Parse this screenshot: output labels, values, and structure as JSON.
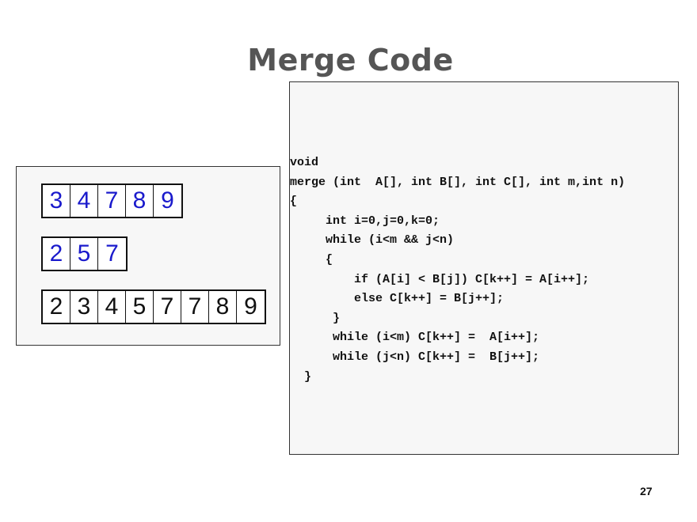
{
  "slide": {
    "title": "Merge Code",
    "page_number": "27"
  },
  "code": {
    "lines": [
      "void",
      "merge (int  A[], int B[], int C[], int m,int n)",
      "{",
      "     int i=0,j=0,k=0;",
      "     while (i<m && j<n)",
      "     {",
      "         if (A[i] < B[j]) C[k++] = A[i++];",
      "         else C[k++] = B[j++];",
      "      }",
      "      while (i<m) C[k++] =  A[i++];",
      "      while (j<n) C[k++] =  B[j++];",
      "  }"
    ]
  },
  "arrays": {
    "a": {
      "values": [
        "3",
        "4",
        "7",
        "8",
        "9"
      ],
      "color": "#1a1acc"
    },
    "b": {
      "values": [
        "2",
        "5",
        "7"
      ],
      "color": "#1a1acc"
    },
    "c": {
      "values": [
        "2",
        "3",
        "4",
        "5",
        "7",
        "7",
        "8",
        "9"
      ],
      "color": "#111111"
    }
  }
}
